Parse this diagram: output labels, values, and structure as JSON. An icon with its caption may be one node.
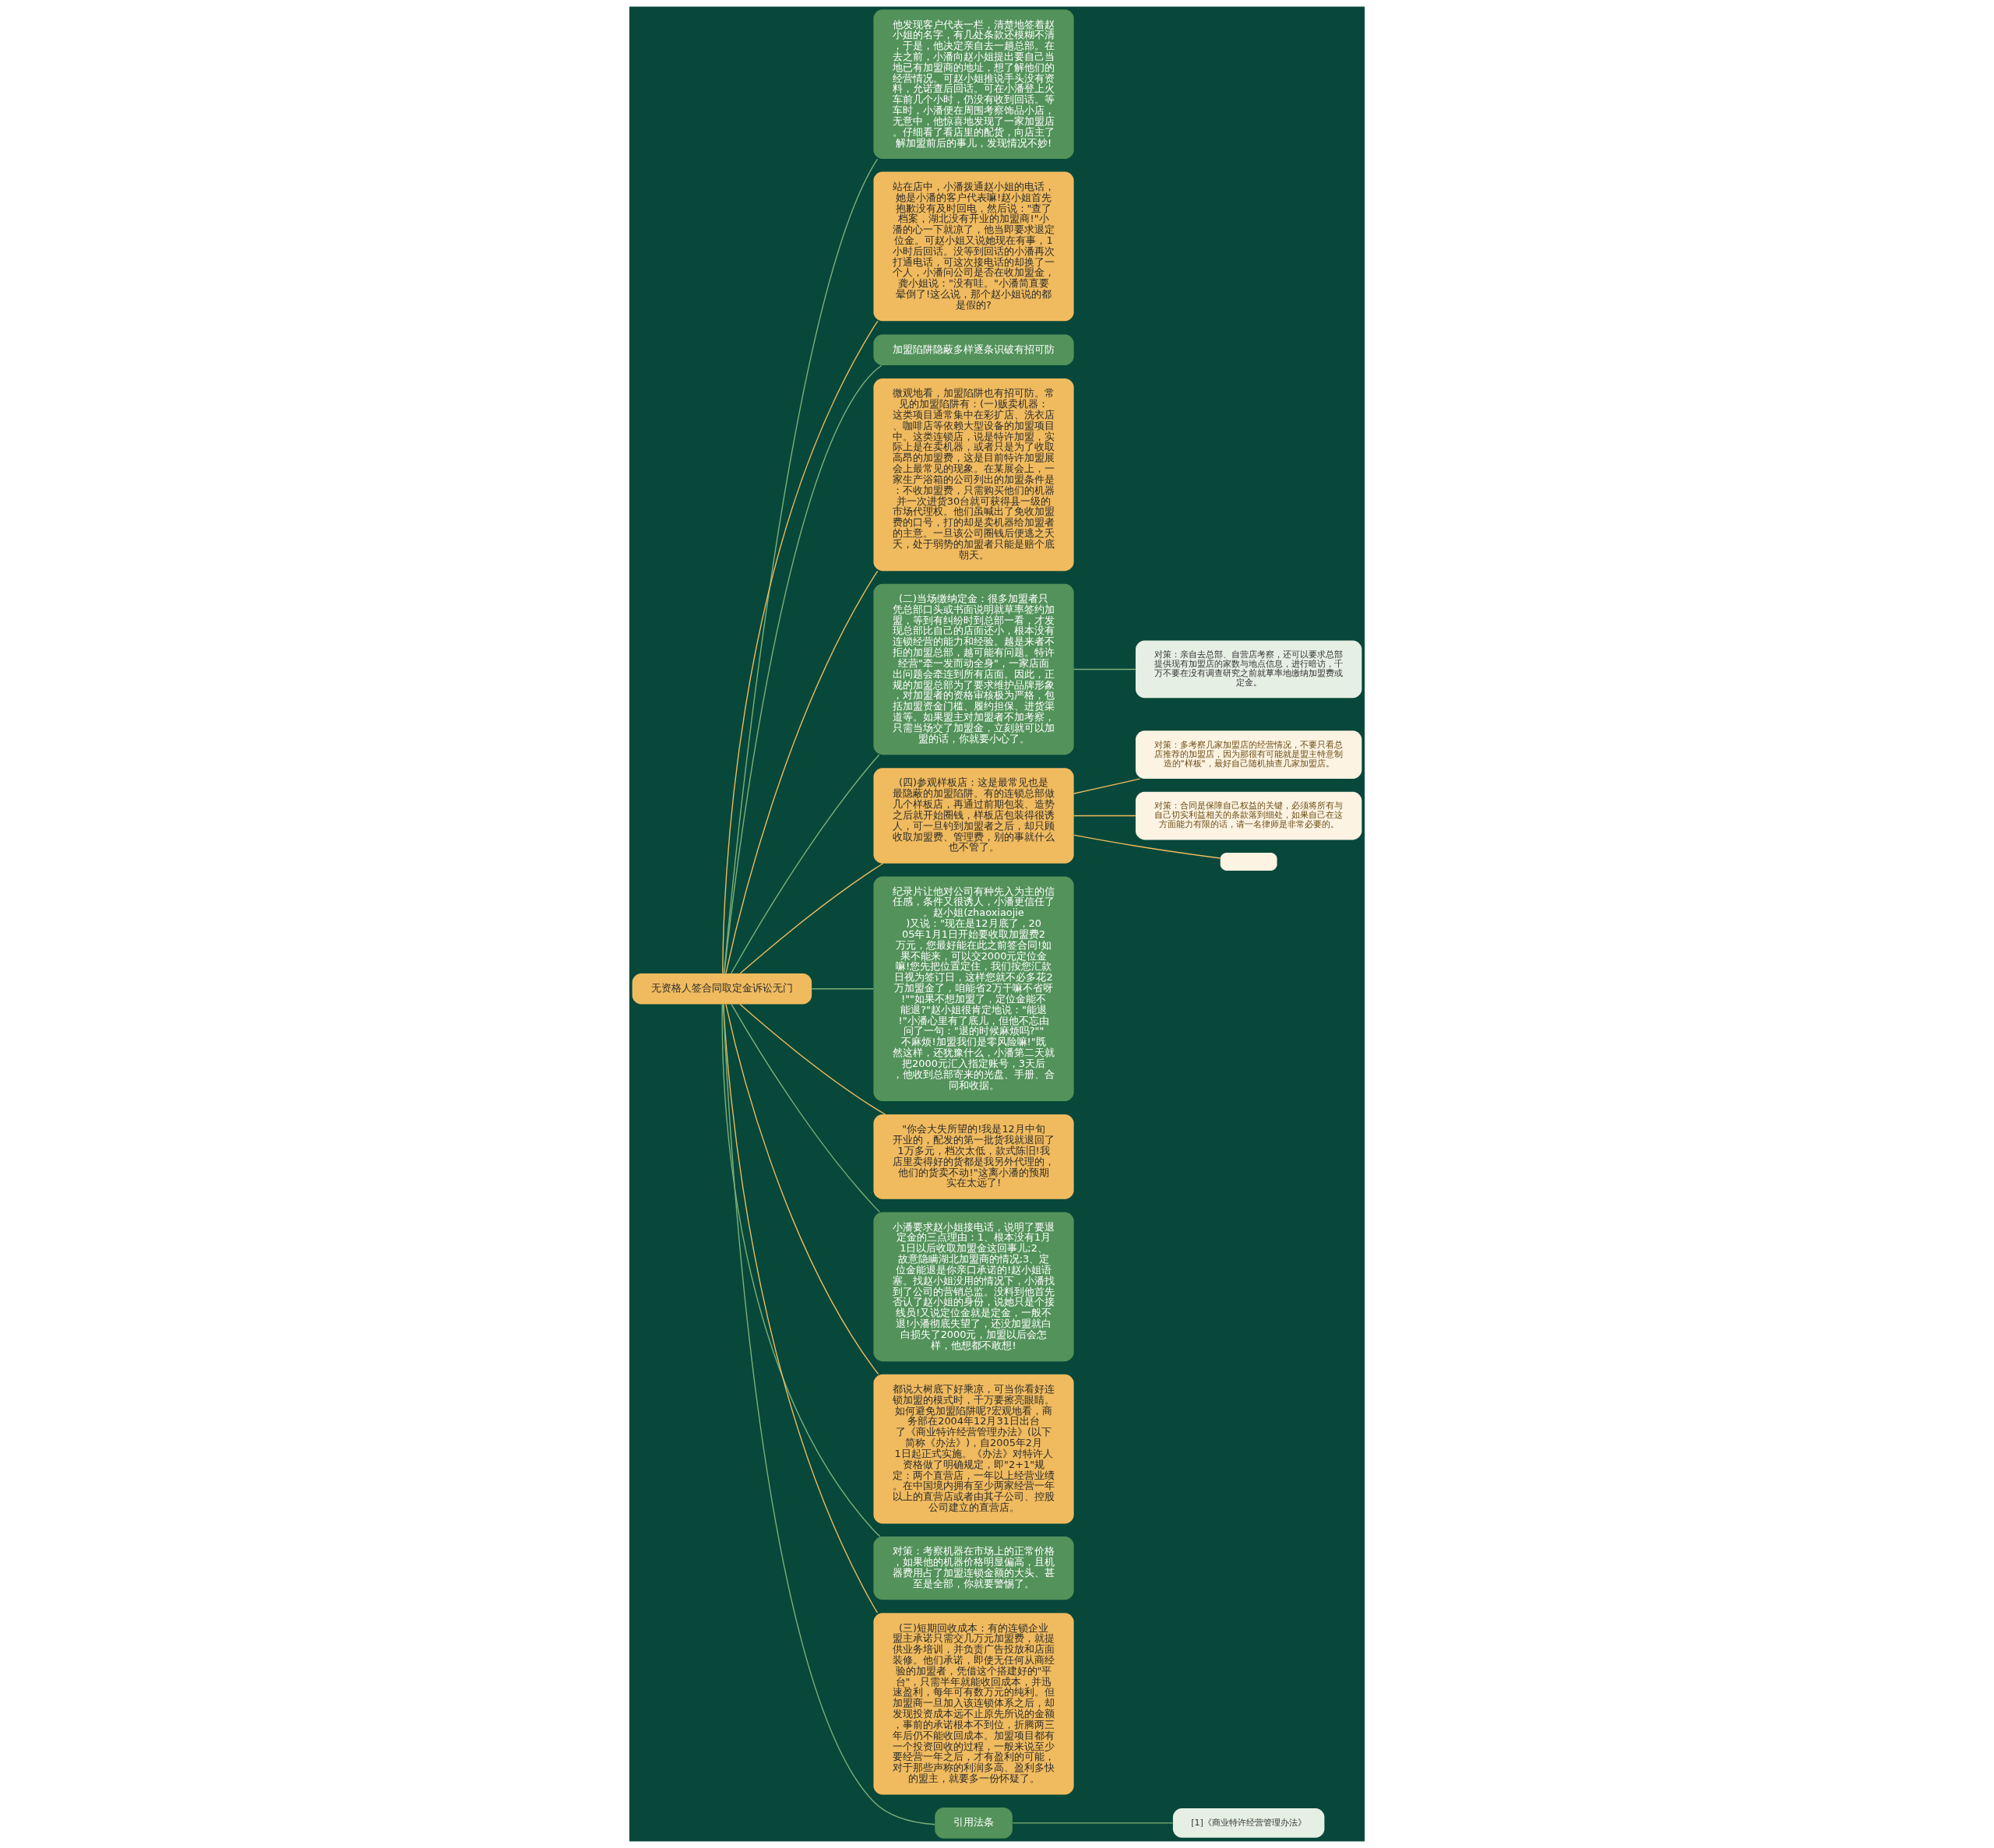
{
  "diagram": {
    "nodes": [
      {
        "text": [
          "无资格人签合同取定金诉讼无门"
        ]
      },
      {
        "text": [
          "他发现客户代表一栏，清楚地签着赵小姐的名字，有几处条款还模糊不清，于是，他决定亲自去一趟总部。在去之前，小潘向赵小姐提出要自己当地已有加盟商的地址，想了解他们的经营情况。可赵小姐推说手头没有资料，允诺查后回话。可在小潘登上火车前几个小时，仍没有收到回话。等车时，小潘便在周围考察饰品小店，无意中，他惊喜地发现了一家加盟店。仔细看了看店里的配货，向店主了解加盟前后的事儿，发现情况不妙!"
        ]
      },
      {
        "text": [
          "站在店中，小潘拨通赵小姐的电话，她是小潘的客户代表嘛!赵小姐首先抱歉没有及时回电，然后说：\"查了档案，湖北没有开业的加盟商!\"小潘的心一下就凉了，他当即要求退定位金。可赵小姐又说她现在有事，1小时后回话。没等到回话的小潘再次打通电话，可这次接电话的却换了一个人，小潘问公司是否在收加盟金，龚小姐说：\"没有哇。\"小潘简直要晕倒了!这么说，那个赵小姐说的都是假的?"
        ]
      },
      {
        "text": [
          "加盟陷阱隐蔽多样逐条识破有招可防"
        ]
      },
      {
        "text": [
          "微观地看，加盟陷阱也有招可防。常见的加盟陷阱有：(一)贩卖机器：这类项目通常集中在彩扩店、洗衣店、咖啡店等依赖大型设备的加盟项目中。这类连锁店，说是特许加盟，实际上是在卖机器，或者只是为了收取高昂的加盟费，这是目前特许加盟展会上最常见的现象。在某展会上，一家生产浴箱的公司列出的加盟条件是：不收加盟费，只需购买他们的机器并一次进货30台就可获得县一级的市场代理权。他们虽喊出了免收加盟费的口号，打的却是卖机器给加盟者的主意。一旦该公司圈钱后便逃之夭夭，处于弱势的加盟者只能是赔个底朝天。"
        ]
      },
      {
        "text": [
          "(二)当场缴纳定金：很多加盟者只凭总部口头或书面说明就草率签约加盟，等到有纠纷时到总部一看，才发现总部比自己的店面还小，根本没有连锁经营的能力和经验。越是来者不拒的加盟总部，越可能有问题。特许经营\"牵一发而动全身\"，一家店面出问题会牵连到所有店面。因此，正规的加盟总部为了要求维护品牌形象，对加盟者的资格审核极为严格，包括加盟资金门槛、履约担保、进货渠道等。如果盟主对加盟者不加考察，只需当场交了加盟金，立刻就可以加盟的话，你就要小心了。"
        ]
      },
      {
        "text": [
          "对策：亲自去总部、自营店考察，还可以要求总部提供现有加盟店的家数与地点信息，进行暗访，千万不要在没有调查研究之前就草率地缴纳加盟费或定金。"
        ]
      },
      {
        "text": [
          "(四)参观样板店：这是最常见也是最隐蔽的加盟陷阱。有的连锁总部做几个样板店，再通过前期包装、造势之后就开始圈钱，样板店包装得很诱人，可一旦钓到加盟者之后，却只顾收取加盟费、管理费，别的事就什么也不管了。"
        ]
      },
      {
        "text": [
          "对策：多考察几家加盟店的经营情况，不要只看总店推荐的加盟店，因为那很有可能就是盟主特意制造的\"样板\"，最好自己随机抽查几家加盟店。"
        ]
      },
      {
        "text": [
          "对策：合同是保障自己权益的关键，必须将所有与自己切实利益相关的条款落到细处，如果自己在这方面能力有限的话，请一名律师是非常必要的。"
        ]
      },
      {
        "text": [],
        "shape": "box"
      },
      {
        "text": [
          "纪录片让他对公司有种先入为主的信任感，条件又很诱人，小潘更信任了。赵小姐(zhaoxiaojie)又说：\"现在是12月底了，2005年1月1日开始要收取加盟费2万元，您最好能在此之前签合同!如果不能来，可以交2000元定位金嘛!您先把位置定住，我们按您汇款日视为签订日，这样您就不必多花2万加盟金了，咱能省2万干嘛不省呀!\"\"如果不想加盟了，定位金能不能退?\"赵小姐很肯定地说：\"能退!\"小潘心里有了底儿，但他不忘由问了一句：\"退的时候麻烦吗?\"\"不麻烦!加盟我们是零风险嘛!\"既然这样，还犹豫什么，小潘第二天就把2000元汇入指定账号，3天后，他收到总部寄来的光盘、手册、合同和收据。"
        ]
      },
      {
        "text": [
          "\"你会大失所望的!我是12月中旬开业的，配发的第一批货我就退回了1万多元，档次太低，款式陈旧!我店里卖得好的货都是我另外代理的，他们的货卖不动!\"这离小潘的预期实在太远了!"
        ]
      },
      {
        "text": [
          "小潘要求赵小姐接电话，说明了要退定金的三点理由：1、根本没有1月1日以后收取加盟金这回事儿;2、故意隐瞒湖北加盟商的情况;3、定位金能退是你亲口承诺的!赵小姐语塞。找赵小姐没用的情况下，小潘找到了公司的营销总监。没料到他首先否认了赵小姐的身份，说她只是个接线员!又说定位金就是定金，一般不退!小潘彻底失望了，还没加盟就白白损失了2000元，加盟以后会怎样，他想都不敢想!"
        ]
      },
      {
        "text": [
          "都说大树底下好乘凉，可当你看好连锁加盟的模式时，千万要擦亮眼睛。如何避免加盟陷阱呢?宏观地看，商务部在2004年12月31日出台了《商业特许经营管理办法》(以下简称《办法》)，自2005年2月1日起正式实施。《办法》对特许人资格做了明确规定，即\"2+1\"规定：两个直营店，一年以上经营业绩。在中国境内拥有至少两家经营一年以上的直营店或者由其子公司、控股公司建立的直营店。"
        ]
      },
      {
        "text": [
          "对策：考察机器在市场上的正常价格，如果他的机器价格明显偏高，且机器费用占了加盟连锁金额的大头、甚至是全部，你就要警惕了。"
        ]
      },
      {
        "text": [
          "(三)短期回收成本：有的连锁企业盟主承诺只需交几万元加盟费，就提供业务培训，并负责广告投放和店面装修。他们承诺，即使无任何从商经验的加盟者，凭借这个搭建好的\"平台\"，只需半年就能收回成本，并迅速盈利，每年可有数万元的纯利。但加盟商一旦加入该连锁体系之后，却发现投资成本远不止原先所说的金额，事前的承诺根本不到位，折腾两三年后仍不能收回成本。加盟项目都有一个投资回收的过程，一般来说至少要经营一年之后，才有盈利的可能，对于那些声称的利润多高、盈利多快的盟主，就要多一份怀疑了。"
        ]
      },
      {
        "text": [
          "引用法条"
        ]
      },
      {
        "text": [
          "[1]《商业特许经营管理办法》"
        ]
      }
    ],
    "edges": [
      {
        "from": 0,
        "to": 1,
        "arrow": "none"
      },
      {
        "from": 0,
        "to": 2,
        "arrow": "none",
        "color": "#f0bb5f"
      },
      {
        "from": 0,
        "to": 3,
        "arrow": "none"
      },
      {
        "from": 0,
        "to": 4,
        "arrow": "none",
        "color": "#f0bb5f"
      },
      {
        "from": 0,
        "to": 5,
        "arrow": "none"
      },
      {
        "from": 5,
        "to": 6,
        "arrow": "none"
      },
      {
        "from": 0,
        "to": 7,
        "arrow": "none",
        "color": "#f0bb5f"
      },
      {
        "from": 7,
        "to": 8,
        "arrow": "none",
        "color": "#f0bb5f"
      },
      {
        "from": 7,
        "to": 9,
        "arrow": "none",
        "color": "#f0bb5f"
      },
      {
        "from": 7,
        "to": 10,
        "arrow": "none",
        "color": "#f0bb5f"
      },
      {
        "from": 0,
        "to": 11,
        "arrow": "none"
      },
      {
        "from": 0,
        "to": 12,
        "arrow": "none",
        "color": "#f0bb5f"
      },
      {
        "from": 0,
        "to": 13,
        "arrow": "none"
      },
      {
        "from": 0,
        "to": 14,
        "arrow": "none",
        "color": "#f0bb5f"
      },
      {
        "from": 0,
        "to": 15,
        "arrow": "none"
      },
      {
        "from": 0,
        "to": 16,
        "arrow": "none",
        "color": "#f0bb5f"
      },
      {
        "from": 0,
        "to": 17,
        "arrow": "none"
      },
      {
        "from": 17,
        "to": 18,
        "arrow": "none"
      }
    ]
  }
}
